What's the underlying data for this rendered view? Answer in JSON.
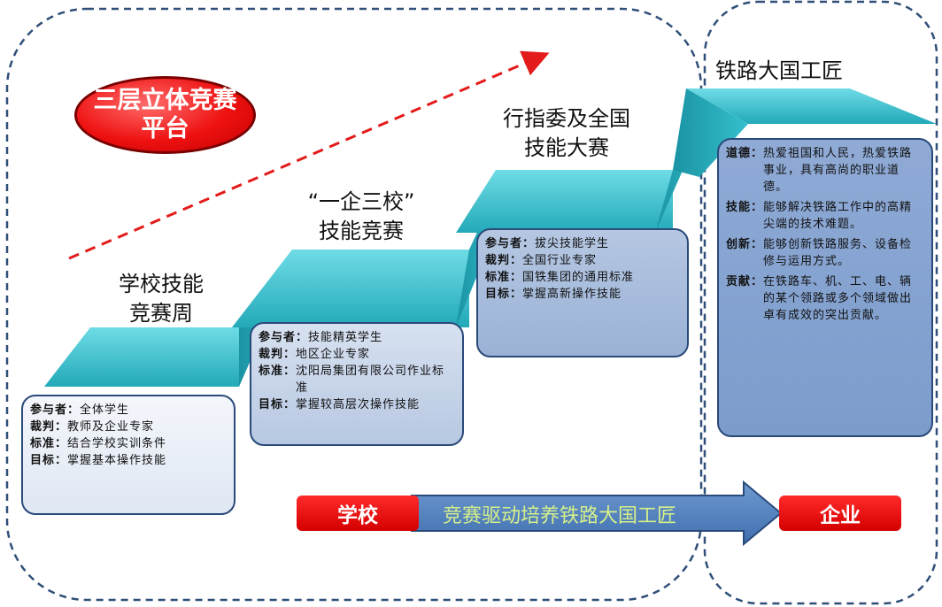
{
  "platform": {
    "line1": "三层立体竞赛",
    "line2": "平台"
  },
  "stairs": [
    {
      "line1": "学校技能",
      "line2": "竞赛周"
    },
    {
      "line1": "“一企三校”",
      "line2": "技能竞赛"
    },
    {
      "line1": "行指委及全国",
      "line2": "技能大赛"
    }
  ],
  "right_title": "铁路大国工匠",
  "boxes": {
    "school": {
      "participants_k": "参与者：",
      "participants_v": "全体学生",
      "judge_k": "裁判：",
      "judge_v": "教师及企业专家",
      "standard_k": "标准：",
      "standard_v": "结合学校实训条件",
      "goal_k": "目标：",
      "goal_v": "掌握基本操作技能"
    },
    "enterprise": {
      "participants_k": "参与者：",
      "participants_v": "技能精英学生",
      "judge_k": "裁判：",
      "judge_v": "地区企业专家",
      "standard_k": "标准：",
      "standard_v": "沈阳局集团有限公司作业标准",
      "goal_k": "目标：",
      "goal_v": "掌握较高层次操作技能"
    },
    "national": {
      "participants_k": "参与者：",
      "participants_v": "拔尖技能学生",
      "judge_k": "裁判：",
      "judge_v": "全国行业专家",
      "standard_k": "标准：",
      "standard_v": "国铁集团的通用标准",
      "goal_k": "目标：",
      "goal_v": "掌握高新操作技能"
    },
    "craftsman": {
      "ethics_k": "道德：",
      "ethics_v": "热爱祖国和人民，热爱铁路事业，具有高尚的职业道德。",
      "skill_k": "技能：",
      "skill_v": "能够解决铁路工作中的高精尖端的技术难题。",
      "innovation_k": "创新：",
      "innovation_v": "能够创新铁路服务、设备检修与运用方式。",
      "contribution_k": "贡献：",
      "contribution_v": "在铁路车、机、工、电、辆的某个领路或多个领域做出卓有成效的突出贡献。"
    }
  },
  "banner": {
    "left": "学校",
    "middle": "竞赛驱动培养铁路大国工匠",
    "right": "企业"
  },
  "colors": {
    "stair": "#2bb6c4",
    "red": "#ee1111",
    "arrow": "#4f81bd",
    "dash_border": "#2f4f78"
  }
}
